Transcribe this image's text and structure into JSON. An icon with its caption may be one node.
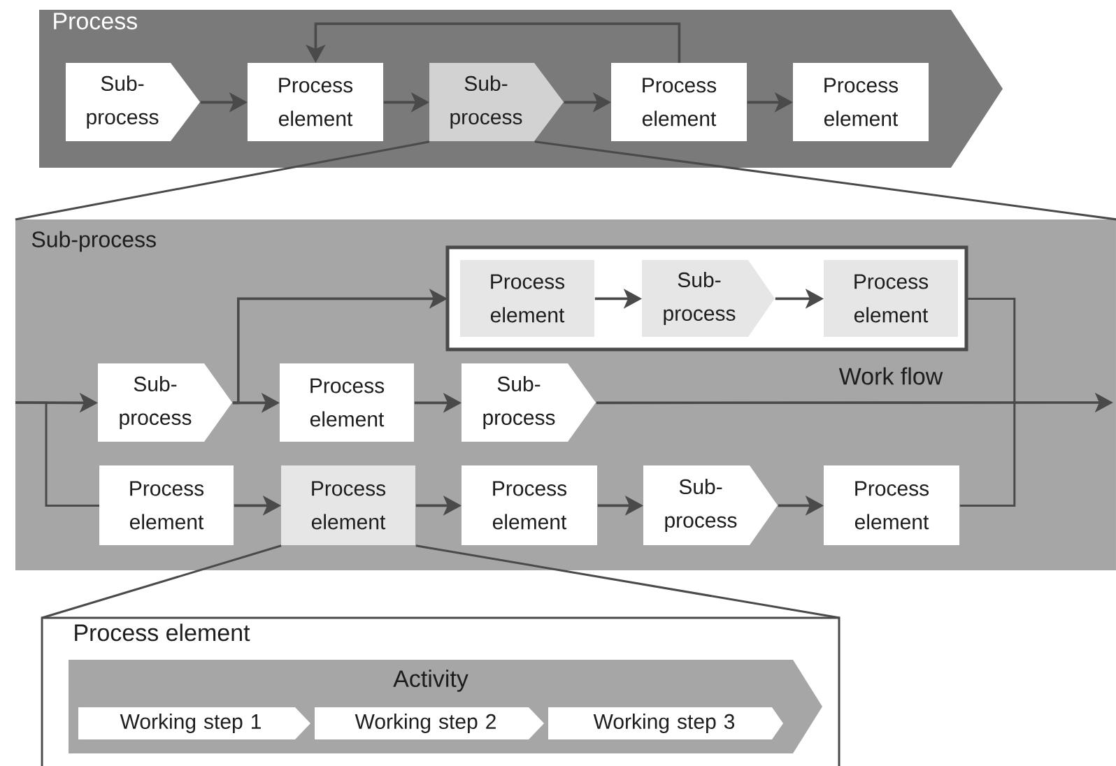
{
  "diagram": {
    "nodes": [
      {
        "text": [
          "Process"
        ]
      },
      {
        "text": [
          "Sub- process"
        ],
        "in": 0
      },
      {
        "text": [
          "Process element"
        ],
        "in": 0
      },
      {
        "text": [
          "Sub- process"
        ],
        "in": 0
      },
      {
        "text": [
          "Process element"
        ],
        "in": 0
      },
      {
        "text": [
          "Process element"
        ],
        "in": 0
      },
      {
        "text": [
          "Sub-process"
        ]
      },
      {
        "text": [],
        "shape": "box",
        "in": 6
      },
      {
        "text": [
          "Process element"
        ],
        "in": 7
      },
      {
        "text": [
          "Sub- process"
        ],
        "in": 7
      },
      {
        "text": [
          "Process element"
        ],
        "in": 7
      },
      {
        "text": [
          "Sub- process"
        ],
        "in": 6
      },
      {
        "text": [
          "Process element"
        ],
        "in": 6
      },
      {
        "text": [
          "Sub- process"
        ],
        "in": 6
      },
      {
        "text": [
          "Process element"
        ],
        "in": 6
      },
      {
        "text": [
          "Process element"
        ],
        "in": 6
      },
      {
        "text": [
          "Process element"
        ],
        "in": 6
      },
      {
        "text": [
          "Sub- process"
        ],
        "in": 6
      },
      {
        "text": [
          "Process element"
        ],
        "in": 6
      },
      {
        "text": [
          "Process element"
        ]
      },
      {
        "text": [
          "Activity"
        ],
        "in": 19
      },
      {
        "text": [
          "Working step 1"
        ],
        "in": 20
      },
      {
        "text": [
          "Working step 2"
        ],
        "in": 20
      },
      {
        "text": [
          "Working step 3"
        ],
        "in": 20
      }
    ],
    "edges": [
      {
        "from": 1,
        "to": 2,
        "arrow": "to"
      },
      {
        "from": 2,
        "to": 3,
        "arrow": "to"
      },
      {
        "from": 3,
        "to": 4,
        "arrow": "to"
      },
      {
        "from": 4,
        "to": 5,
        "arrow": "to"
      },
      {
        "from": 4,
        "to": 2,
        "arrow": "to"
      },
      {
        "from": 3,
        "to": 6,
        "arrow": "none"
      },
      {
        "from": 3,
        "to": 6,
        "arrow": "none"
      },
      {
        "from": 8,
        "to": 9,
        "arrow": "to"
      },
      {
        "from": 9,
        "to": 10,
        "arrow": "to"
      },
      {
        "from": null,
        "to": 11,
        "arrow": "to"
      },
      {
        "from": null,
        "to": 14,
        "arrow": "none"
      },
      {
        "from": 11,
        "to": 12,
        "arrow": "to"
      },
      {
        "from": 11,
        "to": 7,
        "arrow": "to"
      },
      {
        "from": 12,
        "to": 13,
        "arrow": "to"
      },
      {
        "from": 13,
        "to": null,
        "arrow": "to",
        "label": "Work flow"
      },
      {
        "from": 7,
        "to": 18,
        "arrow": "none"
      },
      {
        "from": 14,
        "to": 15,
        "arrow": "to"
      },
      {
        "from": 15,
        "to": 16,
        "arrow": "to"
      },
      {
        "from": 16,
        "to": 17,
        "arrow": "to"
      },
      {
        "from": 17,
        "to": 18,
        "arrow": "to"
      },
      {
        "from": 15,
        "to": 19,
        "arrow": "none"
      },
      {
        "from": 15,
        "to": 19,
        "arrow": "none"
      }
    ]
  }
}
